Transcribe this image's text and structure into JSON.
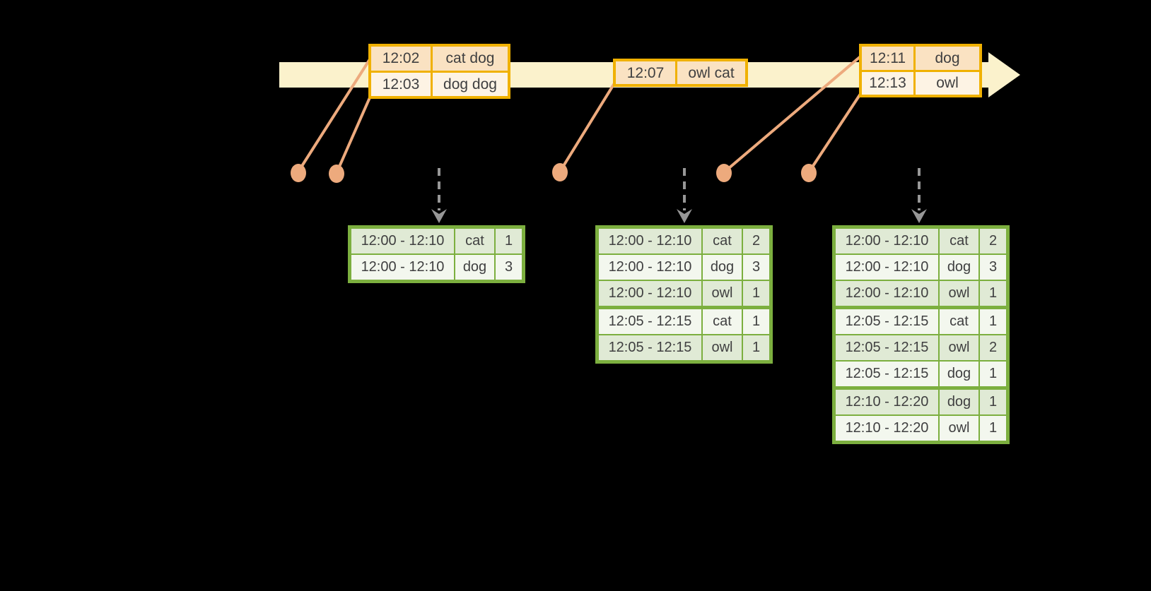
{
  "diagram_type": "streaming-windowed-word-count-timeline",
  "colors": {
    "background": "#000000",
    "timeline_band": "#fbf2cc",
    "event_border": "#f0b101",
    "event_row_odd": "#fae2c2",
    "event_row_even": "#fdf3e4",
    "connector": "#edaa7d",
    "dashed_arrow": "#979797",
    "result_border": "#7caf3f",
    "result_row_odd": "#e0ead5",
    "result_row_even": "#f3f7ee",
    "text": "#3f3f40"
  },
  "event_tables": [
    {
      "rows": [
        {
          "time": "12:02",
          "words": "cat dog"
        },
        {
          "time": "12:03",
          "words": "dog dog"
        }
      ]
    },
    {
      "rows": [
        {
          "time": "12:07",
          "words": "owl cat"
        }
      ]
    },
    {
      "rows": [
        {
          "time": "12:11",
          "words": "dog"
        },
        {
          "time": "12:13",
          "words": "owl"
        }
      ]
    }
  ],
  "result_tables": [
    {
      "rows": [
        {
          "window": "12:00 - 12:10",
          "word": "cat",
          "count": "1"
        },
        {
          "window": "12:00 - 12:10",
          "word": "dog",
          "count": "3"
        }
      ]
    },
    {
      "rows": [
        {
          "window": "12:00 - 12:10",
          "word": "cat",
          "count": "2"
        },
        {
          "window": "12:00 - 12:10",
          "word": "dog",
          "count": "3"
        },
        {
          "window": "12:00 - 12:10",
          "word": "owl",
          "count": "1"
        },
        {
          "window": "12:05 - 12:15",
          "word": "cat",
          "count": "1"
        },
        {
          "window": "12:05 - 12:15",
          "word": "owl",
          "count": "1"
        }
      ]
    },
    {
      "rows": [
        {
          "window": "12:00 - 12:10",
          "word": "cat",
          "count": "2"
        },
        {
          "window": "12:00 - 12:10",
          "word": "dog",
          "count": "3"
        },
        {
          "window": "12:00 - 12:10",
          "word": "owl",
          "count": "1"
        },
        {
          "window": "12:05 - 12:15",
          "word": "cat",
          "count": "1"
        },
        {
          "window": "12:05 - 12:15",
          "word": "owl",
          "count": "2"
        },
        {
          "window": "12:05 - 12:15",
          "word": "dog",
          "count": "1"
        },
        {
          "window": "12:10 - 12:20",
          "word": "dog",
          "count": "1"
        },
        {
          "window": "12:10 - 12:20",
          "word": "owl",
          "count": "1"
        }
      ]
    }
  ]
}
